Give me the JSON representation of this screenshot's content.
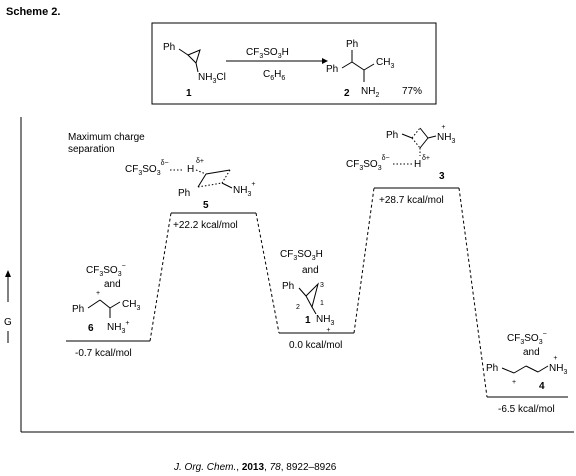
{
  "scheme_title": "Scheme 2.",
  "reaction": {
    "reagent_top": [
      "CF",
      "3",
      "SO",
      "3",
      "H"
    ],
    "reagent_bottom": [
      "C",
      "6",
      "H",
      "6"
    ],
    "reactant_ph": "Ph",
    "reactant_group": "NH",
    "reactant_group_sub": "3",
    "reactant_group_tail": "Cl",
    "reactant_number": "1",
    "product_ph_top": "Ph",
    "product_ph_left": "Ph",
    "product_ch3": [
      "CH",
      "3"
    ],
    "product_nh2": [
      "NH",
      "2"
    ],
    "product_number": "2",
    "yield": "77%"
  },
  "axis_label": "G",
  "states": [
    {
      "id": "6",
      "energy_label": "-0.7 kcal/mol",
      "annotations": {
        "anion": [
          "CF",
          "3",
          "SO",
          "3",
          "−"
        ],
        "and": "and",
        "ph": "Ph",
        "plus": "+",
        "ch3": [
          "CH",
          "3"
        ],
        "nh3": [
          "NH",
          "3",
          "+"
        ],
        "number": "6"
      }
    },
    {
      "id": "5",
      "energy_label": "+22.2 kcal/mol",
      "annotations": {
        "caption": [
          "Maximum charge",
          "separation"
        ],
        "anion": [
          "CF",
          "3",
          "SO",
          "3",
          "δ−"
        ],
        "h": "H",
        "h_charge": "δ+",
        "ph": "Ph",
        "nh3": [
          "NH",
          "3",
          "+"
        ],
        "number": "5"
      }
    },
    {
      "id": "1",
      "energy_label": "0.0 kcal/mol",
      "annotations": {
        "acid": [
          "CF",
          "3",
          "SO",
          "3",
          "H"
        ],
        "and": "and",
        "ph": "Ph",
        "ring_labels": [
          "1",
          "2",
          "3"
        ],
        "nh3": [
          "NH",
          "3",
          "+"
        ],
        "number": "1"
      }
    },
    {
      "id": "3",
      "energy_label": "+28.7 kcal/mol",
      "annotations": {
        "ph": "Ph",
        "nh3": [
          "NH",
          "3",
          "+"
        ],
        "anion": [
          "CF",
          "3",
          "SO",
          "3",
          "δ−"
        ],
        "h": "H",
        "h_charge": "δ+",
        "number": "3"
      }
    },
    {
      "id": "4",
      "energy_label": "-6.5 kcal/mol",
      "annotations": {
        "anion": [
          "CF",
          "3",
          "SO",
          "3",
          "−"
        ],
        "and": "and",
        "ph": "Ph",
        "plus": "+",
        "nh3": [
          "NH",
          "3",
          "+"
        ],
        "number": "4"
      }
    }
  ],
  "citation": {
    "journal": "J. Org. Chem.",
    "sep": ", ",
    "year": "2013",
    "vol_sep": ", ",
    "volume": "78",
    "pages": ", 8922–8926"
  }
}
